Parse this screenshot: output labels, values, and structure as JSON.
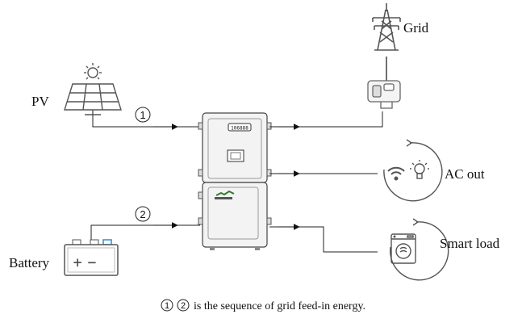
{
  "labels": {
    "grid": "Grid",
    "pv": "PV",
    "ac_out": "AC out",
    "battery": "Battery",
    "smart_load": "Smart load",
    "step1": "1",
    "step2": "2",
    "footnote_num1": "1",
    "footnote_num2": "2",
    "footnote_text": "is the sequence of grid feed-in energy.",
    "display_digits": "106888"
  },
  "battery_terminals": "+ −",
  "colors": {
    "line": "#222222",
    "icon": "#555555",
    "accent_battery": "#2a8dd6",
    "inverter_fill": "#f3f3f3"
  },
  "icons": [
    "sun-icon",
    "solar-panel-icon",
    "power-tower-icon",
    "ct-clamp-icon",
    "wifi-icon",
    "lightbulb-icon",
    "washing-machine-icon",
    "battery-icon",
    "inverter-unit"
  ]
}
